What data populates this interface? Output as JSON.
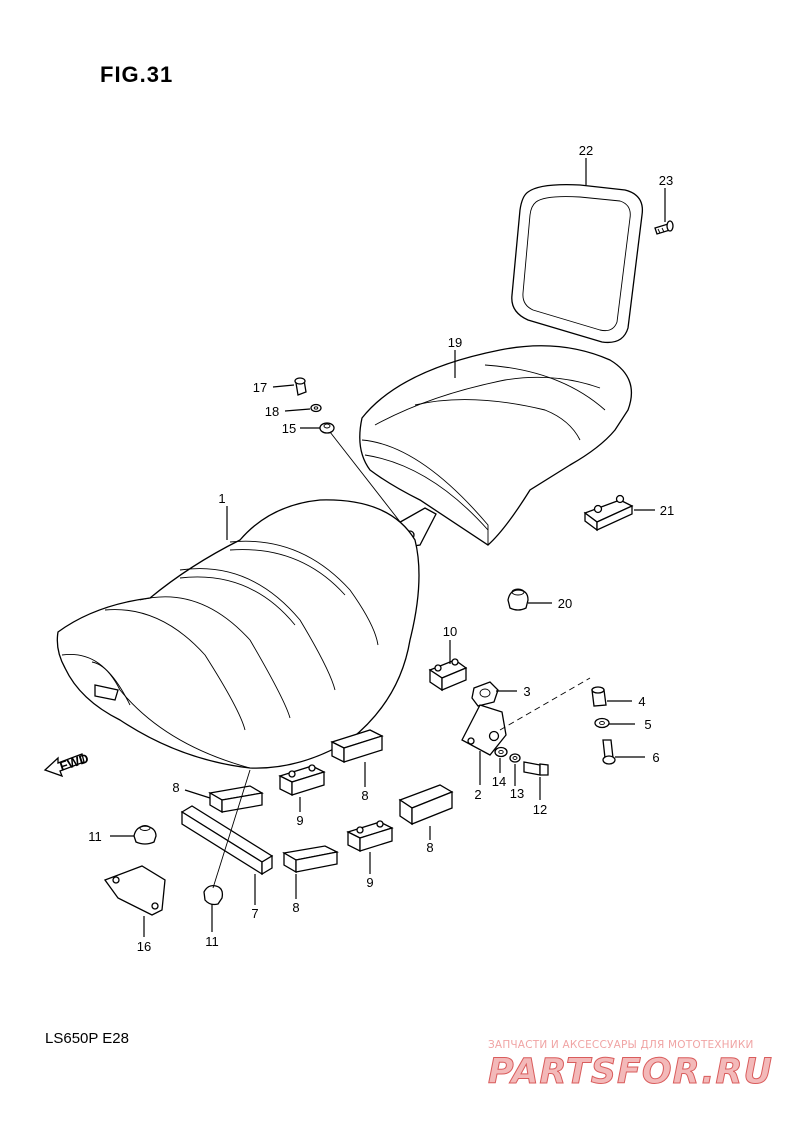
{
  "figure": {
    "title": "FIG.31",
    "model": "LS650P  E28"
  },
  "fwd_label": "FWD",
  "watermark": {
    "tagline": "ЗАПЧАСТИ И АКСЕССУАРЫ ДЛЯ МОТОТЕХНИКИ",
    "logo": "PARTSFOR.RU"
  },
  "callouts": [
    {
      "id": "c1",
      "number": "1"
    },
    {
      "id": "c2",
      "number": "2"
    },
    {
      "id": "c3",
      "number": "3"
    },
    {
      "id": "c4",
      "number": "4"
    },
    {
      "id": "c5",
      "number": "5"
    },
    {
      "id": "c6",
      "number": "6"
    },
    {
      "id": "c7",
      "number": "7"
    },
    {
      "id": "c8a",
      "number": "8"
    },
    {
      "id": "c8b",
      "number": "8"
    },
    {
      "id": "c8c",
      "number": "8"
    },
    {
      "id": "c8d",
      "number": "8"
    },
    {
      "id": "c9a",
      "number": "9"
    },
    {
      "id": "c9b",
      "number": "9"
    },
    {
      "id": "c10",
      "number": "10"
    },
    {
      "id": "c11a",
      "number": "11"
    },
    {
      "id": "c11b",
      "number": "11"
    },
    {
      "id": "c12",
      "number": "12"
    },
    {
      "id": "c13",
      "number": "13"
    },
    {
      "id": "c14",
      "number": "14"
    },
    {
      "id": "c15",
      "number": "15"
    },
    {
      "id": "c16",
      "number": "16"
    },
    {
      "id": "c17",
      "number": "17"
    },
    {
      "id": "c18",
      "number": "18"
    },
    {
      "id": "c19",
      "number": "19"
    },
    {
      "id": "c20",
      "number": "20"
    },
    {
      "id": "c21",
      "number": "21"
    },
    {
      "id": "c22",
      "number": "22"
    },
    {
      "id": "c23",
      "number": "23"
    }
  ]
}
